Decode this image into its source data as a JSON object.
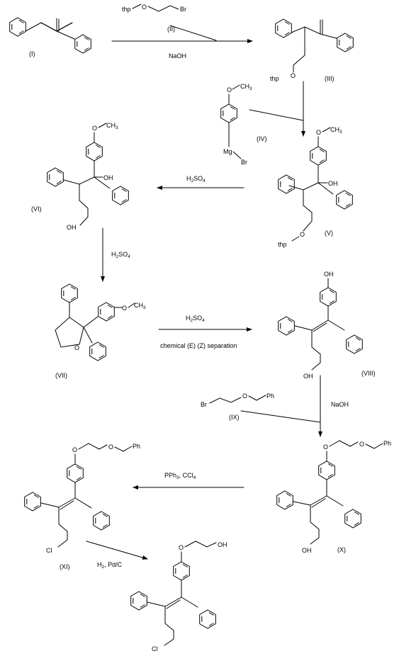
{
  "compounds": {
    "I": {
      "label": "(I)"
    },
    "II": {
      "label": "(II)",
      "atom_left": "thp",
      "atom_o": "O",
      "atom_br": "Br"
    },
    "III": {
      "label": "(III)",
      "atom_thp": "thp",
      "atom_o": "O"
    },
    "IV": {
      "label": "(IV)",
      "atom_o": "O",
      "atom_ch3": "CH",
      "atom_ch3_sub": "3",
      "atom_mg": "Mg",
      "atom_br": "Br"
    },
    "V": {
      "label": "(V)",
      "atom_o": "O",
      "atom_ch3": "CH",
      "atom_ch3_sub": "3",
      "atom_oh": "OH",
      "atom_thp": "thp",
      "atom_o2": "O"
    },
    "VI": {
      "label": "(VI)",
      "atom_o": "O",
      "atom_ch3": "CH",
      "atom_ch3_sub": "3",
      "atom_oh": "OH",
      "atom_oh2": "OH"
    },
    "VII": {
      "label": "(VII)",
      "atom_o": "O",
      "atom_ch3": "CH",
      "atom_ch3_sub": "3",
      "atom_ring_o": "O"
    },
    "VIII": {
      "label": "(VIII)",
      "atom_oh": "OH",
      "atom_oh2": "OH"
    },
    "IX": {
      "label": "(IX)",
      "atom_br": "Br",
      "atom_o": "O",
      "atom_ph": "Ph"
    },
    "X": {
      "label": "(X)",
      "atom_o": "O",
      "atom_o2": "O",
      "atom_ph": "Ph",
      "atom_oh": "OH"
    },
    "XI": {
      "label": "(XI)",
      "atom_o": "O",
      "atom_o2": "O",
      "atom_ph": "Ph",
      "atom_cl": "Cl"
    },
    "product": {
      "atom_o": "O",
      "atom_oh": "OH",
      "atom_cl": "Cl"
    }
  },
  "reagents": {
    "step1": "NaOH",
    "step3_main": "H",
    "step3_sub1": "2",
    "step3_tail": "SO",
    "step3_sub2": "4",
    "step4_main": "H",
    "step4_sub1": "2",
    "step4_tail": "SO",
    "step4_sub2": "4",
    "step5_main": "H",
    "step5_sub1": "2",
    "step5_tail": "SO",
    "step5_sub2": "4",
    "step5_note": "chemical (E) (Z) separation",
    "step6": "NaOH",
    "step7_a": "PPh",
    "step7_a_sub": "3",
    "step7_b": ",  CCl",
    "step7_b_sub": "4",
    "step8_a": "H",
    "step8_a_sub": "2",
    "step8_b": ",  Pd/C"
  }
}
